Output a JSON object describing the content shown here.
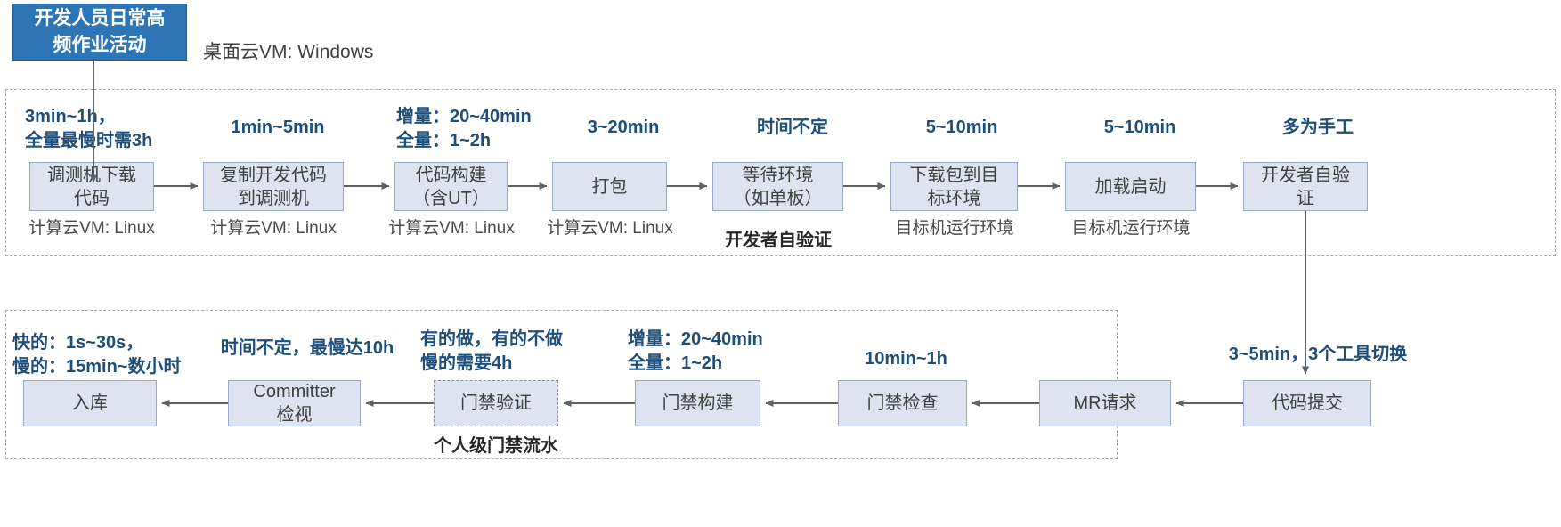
{
  "header": {
    "badge_label": "开发人员日常高\n频作业活动",
    "badge_color": "#2E75B6",
    "note": "桌面云VM: Windows"
  },
  "colors": {
    "node_fill": "#dde3f0",
    "node_border": "#9aa8c8",
    "time_text": "#1F4E79",
    "group_border": "#a8a8a8",
    "arrow": "#5f6368"
  },
  "row1": {
    "group_name": "developer-daily-activity-group",
    "steps": [
      {
        "label": "调测机下载\n代码",
        "time": "3min~1h，\n全量最慢时需3h",
        "env": "计算云VM: Linux",
        "env_bold": false
      },
      {
        "label": "复制开发代码\n到调测机",
        "time": "1min~5min",
        "env": "计算云VM: Linux",
        "env_bold": false
      },
      {
        "label": "代码构建\n（含UT）",
        "time": "增量：20~40min\n全量：1~2h",
        "env": "计算云VM: Linux",
        "env_bold": false
      },
      {
        "label": "打包",
        "time": "3~20min",
        "env": "计算云VM: Linux",
        "env_bold": false
      },
      {
        "label": "等待环境\n（如单板）",
        "time": "时间不定",
        "env": "开发者自验证",
        "env_bold": true
      },
      {
        "label": "下载包到目\n标环境",
        "time": "5~10min",
        "env": "目标机运行环境",
        "env_bold": false
      },
      {
        "label": "加载启动",
        "time": "5~10min",
        "env": "目标机运行环境",
        "env_bold": false
      },
      {
        "label": "开发者自验\n证",
        "time": "多为手工",
        "env": "",
        "env_bold": false
      }
    ]
  },
  "row2": {
    "group_name": "personal-gate-pipeline-group",
    "caption": "个人级门禁流水",
    "steps": [
      {
        "label": "入库",
        "time": "快的：1s~30s，\n慢的：15min~数小时",
        "dashed": false
      },
      {
        "label": "Committer\n检视",
        "time": "时间不定，最慢达10h",
        "dashed": false
      },
      {
        "label": "门禁验证",
        "time": "有的做，有的不做\n慢的需要4h",
        "dashed": true
      },
      {
        "label": "门禁构建",
        "time": "增量：20~40min\n全量：1~2h",
        "dashed": false
      },
      {
        "label": "门禁检查",
        "time": "10min~1h",
        "dashed": false
      },
      {
        "label": "MR请求",
        "time": "",
        "dashed": false
      },
      {
        "label": "代码提交",
        "time": "3~5min，3个工具切换",
        "dashed": false
      }
    ]
  }
}
